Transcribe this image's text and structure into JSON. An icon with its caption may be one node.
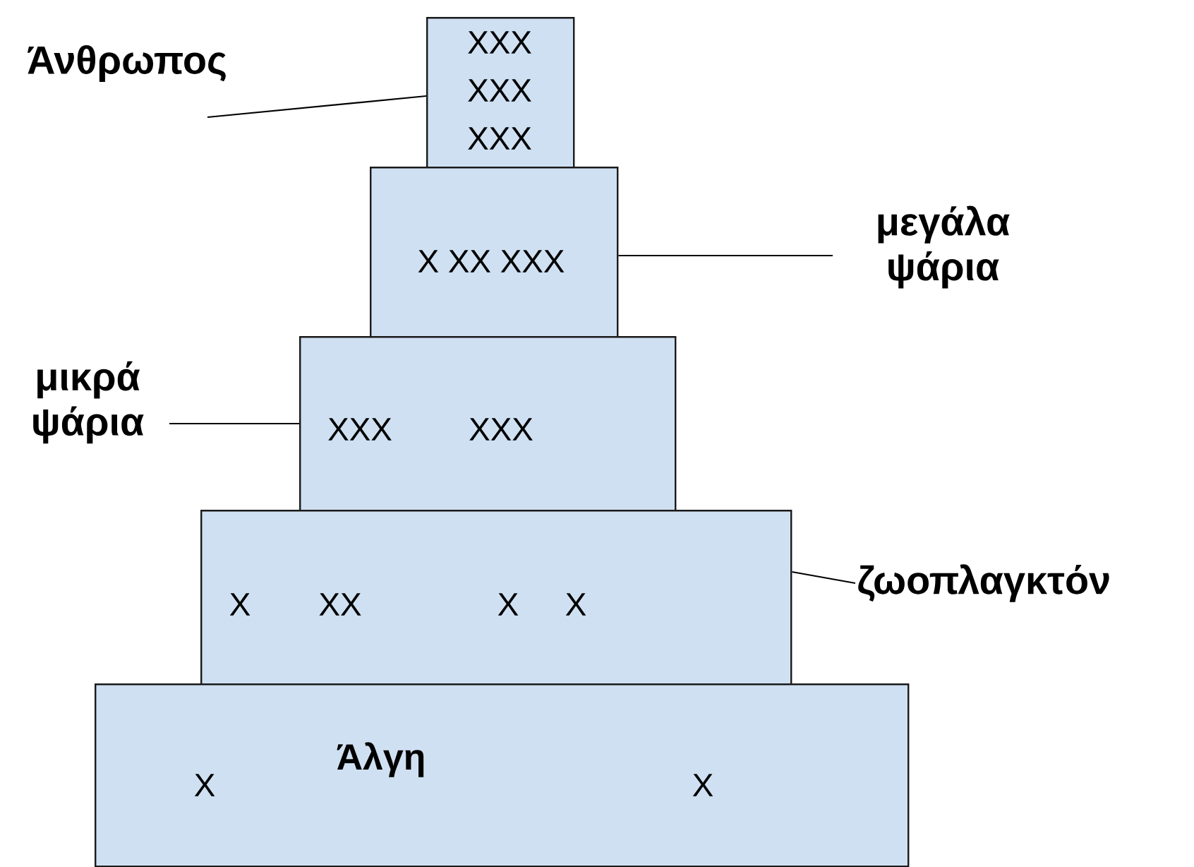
{
  "diagram": {
    "nodes": [
      {
        "text": [
          "Άνθρωπος"
        ]
      },
      {
        "text": [
          "XXX",
          "XXX",
          "XXX"
        ]
      },
      {
        "text": [
          "μεγάλα ψάρια"
        ]
      },
      {
        "text": [
          "X XX XXX"
        ]
      },
      {
        "text": [
          "μικρά ψάρια"
        ]
      },
      {
        "text": [
          "XXX",
          "XXX"
        ]
      },
      {
        "text": [
          "ζωοπλαγκτόν"
        ]
      },
      {
        "text": [
          "X",
          "XX",
          "X",
          "X"
        ]
      },
      {
        "text": [
          "Άλγη",
          "X",
          "X"
        ]
      }
    ],
    "edges": [
      {
        "from": 0,
        "to": 1,
        "arrow": "none"
      },
      {
        "from": 2,
        "to": 3,
        "arrow": "none"
      },
      {
        "from": 4,
        "to": 5,
        "arrow": "none"
      },
      {
        "from": 6,
        "to": 7,
        "arrow": "none"
      }
    ]
  }
}
